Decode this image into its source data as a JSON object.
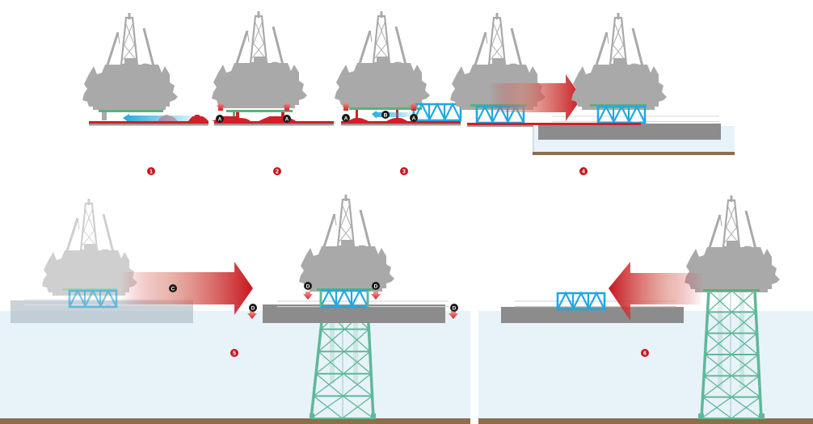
{
  "diagram": {
    "type": "process-sequence",
    "subject": "Offshore platform topside removal / installation sequence",
    "colors": {
      "platform": "#a9a9a9",
      "skid_rail": "#d0202a",
      "jack_arrow": "#d0202a",
      "transport_frame": "#22a8e0",
      "jacket": "#5fb898",
      "barge": "#8c8c8c",
      "water": "#e8f2f9",
      "seabed": "#8c6e4a",
      "step_badge": "#c8161e",
      "label_badge": "#1a1a1a",
      "platform_support": "#5cb07a"
    },
    "steps": [
      {
        "number": "1",
        "labels": []
      },
      {
        "number": "2",
        "labels": [
          "A",
          "A"
        ]
      },
      {
        "number": "3",
        "labels": [
          "A",
          "B",
          "A"
        ]
      },
      {
        "number": "4",
        "labels": []
      },
      {
        "number": "5",
        "labels": [
          "C",
          "D",
          "D",
          "D",
          "D"
        ]
      },
      {
        "number": "6",
        "labels": []
      }
    ]
  }
}
